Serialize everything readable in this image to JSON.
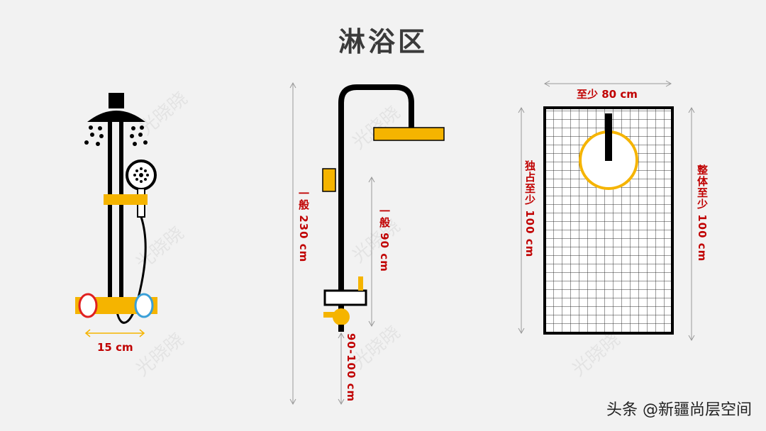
{
  "title": "淋浴区",
  "watermark": "光晓晓",
  "credit": "头条 @新疆尚层空间",
  "colors": {
    "accent_yellow": "#f5b400",
    "dimension_red": "#c00000",
    "red_valve": "#e02020",
    "blue_valve": "#3aa0d8",
    "tile_grid": "#333333"
  },
  "dims": {
    "mixer_width": "15 cm",
    "total_height": "一般 230 cm",
    "riser_height": "一般 90 cm",
    "valve_height": "90-100 cm",
    "width_min": "至少 80 cm",
    "exclusive_depth": "独占至少 100 cm",
    "overall_depth": "整体至少 100 cm"
  }
}
